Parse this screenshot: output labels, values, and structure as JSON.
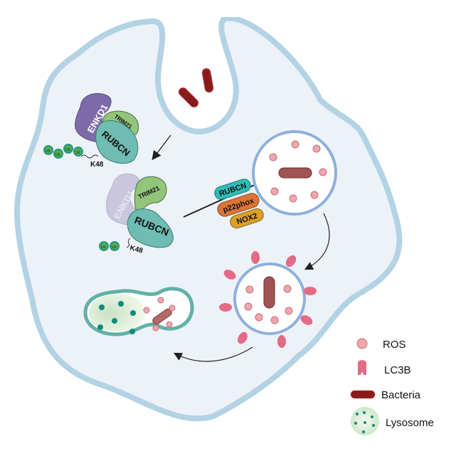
{
  "proteins": {
    "enkd1": "ENKD1",
    "trim21": "TRIM21",
    "rubcn": "RUBCN",
    "ub": "Ub",
    "k48": "K48",
    "p22phox": "p22phox",
    "nox2": "NOX2"
  },
  "legend": [
    {
      "icon": "ros-icon",
      "label": "ROS"
    },
    {
      "icon": "lc3b-icon",
      "label": "LC3B"
    },
    {
      "icon": "bacteria-icon",
      "label": "Bacteria"
    },
    {
      "icon": "lysosome-icon",
      "label": "Lysosome"
    }
  ],
  "colors": {
    "cell_fill": "#edf2f8",
    "cell_border": "#b3d3e4",
    "enkd1": "#7d6aa8",
    "trim21": "#92c47a",
    "rubcn": "#6fbcb3",
    "p22phox": "#dc7436",
    "nox2": "#d9a028",
    "bacteria": "#8b1a1a",
    "ros": "#eca8ae",
    "lc3b": "#e46b85",
    "vesicle_border": "#8fb0dc",
    "lysosome_border": "#5fb2a6",
    "ub": "#58a84a"
  }
}
